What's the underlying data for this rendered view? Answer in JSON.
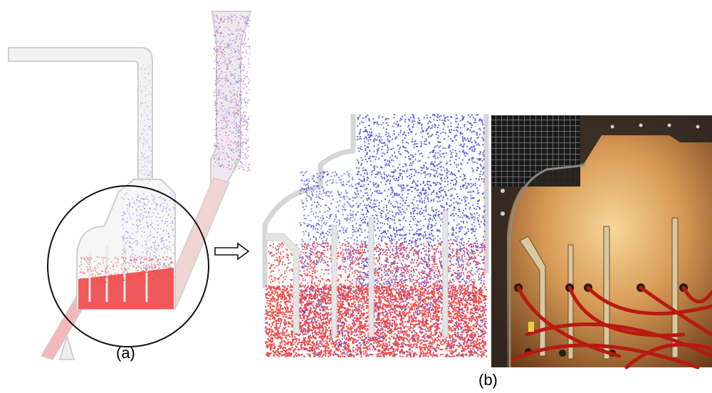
{
  "figure": {
    "label_a": "(a)",
    "label_b": "(b)",
    "colors": {
      "particle_red": "#f04848",
      "particle_blue": "#5050e0",
      "wall_gray": "#d8d8d8",
      "photo_bg": "#c8884a",
      "cable_red": "#b81a10"
    },
    "panels": [
      "simulation-overview",
      "simulation-zoom",
      "experiment-photo"
    ],
    "icons": [
      "zoom-circle",
      "right-arrow-icon"
    ]
  }
}
